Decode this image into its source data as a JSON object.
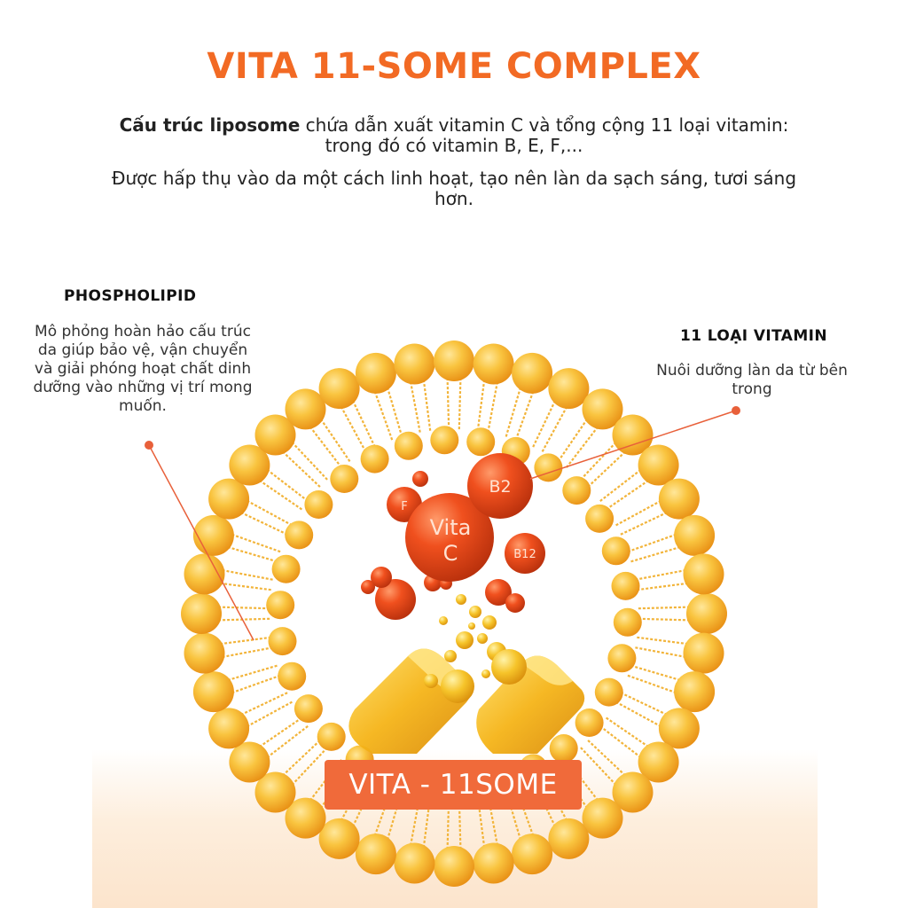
{
  "title": "VITA 11-SOME COMPLEX",
  "intro": {
    "p1_bold": "Cấu trúc liposome",
    "p1_rest": " chứa dẫn xuất vitamin C và tổng cộng 11 loại vitamin: trong đó có vitamin B, E, F,...",
    "p2": "Được hấp thụ vào da một cách linh hoạt, tạo nên làn da sạch sáng, tươi sáng hơn."
  },
  "phospholipid": {
    "title": "PHOSPHOLIPID",
    "desc": "Mô phỏng hoàn hảo cấu trúc da giúp bảo vệ, vận chuyển và giải phóng hoạt chất dinh dưỡng vào những vị trí mong muốn."
  },
  "vitamins": {
    "title": "11 LOẠI VITAMIN",
    "desc": "Nuôi dưỡng làn da từ bên trong"
  },
  "bubbles": {
    "vita_c_line1": "Vita",
    "vita_c_line2": "C",
    "b2": "B2",
    "b12": "B12",
    "f": "F"
  },
  "badge": "VITA - 11SOME",
  "colors": {
    "accent": "#f26a24",
    "bead": "#f6b12c",
    "bubble": "#e64a1c",
    "badge": "#f06a3a",
    "capsule": "#f2b21c"
  }
}
